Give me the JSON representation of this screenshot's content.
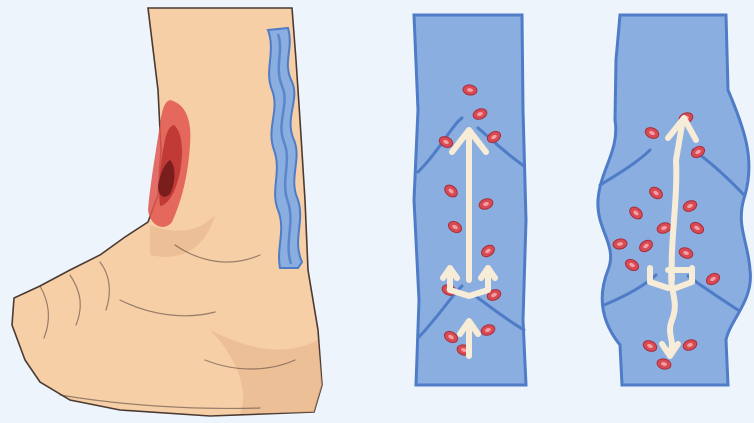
{
  "illustration": {
    "panels": [
      {
        "name": "leg-with-ulcer",
        "shows": "foot-and-ankle-with-varicose-vein-and-ulcer"
      },
      {
        "name": "healthy-vein",
        "valves": "closed",
        "flow": "upward"
      },
      {
        "name": "varicose-vein",
        "valves": "open",
        "flow": "upward-and-backward"
      }
    ],
    "colors": {
      "background": "#eef4fb",
      "skin": "#f6cfa7",
      "skin_shadow": "#e9b88e",
      "outline": "#4a3a33",
      "vein_fill": "#8aaee0",
      "vein_outline": "#4f7cc7",
      "ulcer_outer": "#e0564f",
      "ulcer_inner": "#7a1d1d",
      "blood_cell": "#d84b55",
      "blood_cell_center": "#f3a0a4",
      "arrow": "#f7ecd8"
    }
  }
}
